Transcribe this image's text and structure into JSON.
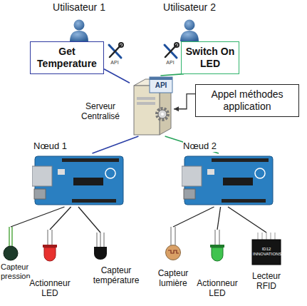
{
  "diagram": {
    "nodes": [
      {
        "text": [
          "Utilisateur 1"
        ]
      },
      {
        "text": [
          "Utilisateur 2"
        ]
      },
      {
        "text": [
          "Get Temperature"
        ]
      },
      {
        "text": [
          "Switch On LED"
        ]
      },
      {
        "text": [
          "API",
          "Serveur Centralisé"
        ]
      },
      {
        "text": [
          "Appel méthodes application"
        ]
      },
      {
        "text": [
          "Nœud 1"
        ]
      },
      {
        "text": [
          "Nœud 2"
        ]
      },
      {
        "text": [
          "Capteur pression"
        ]
      },
      {
        "text": [
          "Actionneur LED"
        ]
      },
      {
        "text": [
          "Capteur température"
        ]
      },
      {
        "text": [
          "Capteur lumière"
        ]
      },
      {
        "text": [
          "Actionneur LED"
        ]
      },
      {
        "text": [
          "Lecteur RFID",
          "ID12 INNOVATIONS"
        ]
      }
    ],
    "edges": [
      {
        "from": 2,
        "to": 4,
        "arrow": "none"
      },
      {
        "from": 3,
        "to": 4,
        "arrow": "none"
      },
      {
        "from": 4,
        "to": 6,
        "arrow": "none"
      },
      {
        "from": 4,
        "to": 7,
        "arrow": "none"
      },
      {
        "from": 6,
        "to": 8,
        "arrow": "none"
      },
      {
        "from": 6,
        "to": 9,
        "arrow": "none"
      },
      {
        "from": 6,
        "to": 10,
        "arrow": "none"
      },
      {
        "from": 7,
        "to": 11,
        "arrow": "none"
      },
      {
        "from": 7,
        "to": 12,
        "arrow": "none"
      },
      {
        "from": 7,
        "to": 13,
        "arrow": "none"
      },
      {
        "from": 5,
        "to": 4,
        "arrow": "to"
      }
    ],
    "labels": [
      "API",
      "API"
    ]
  }
}
